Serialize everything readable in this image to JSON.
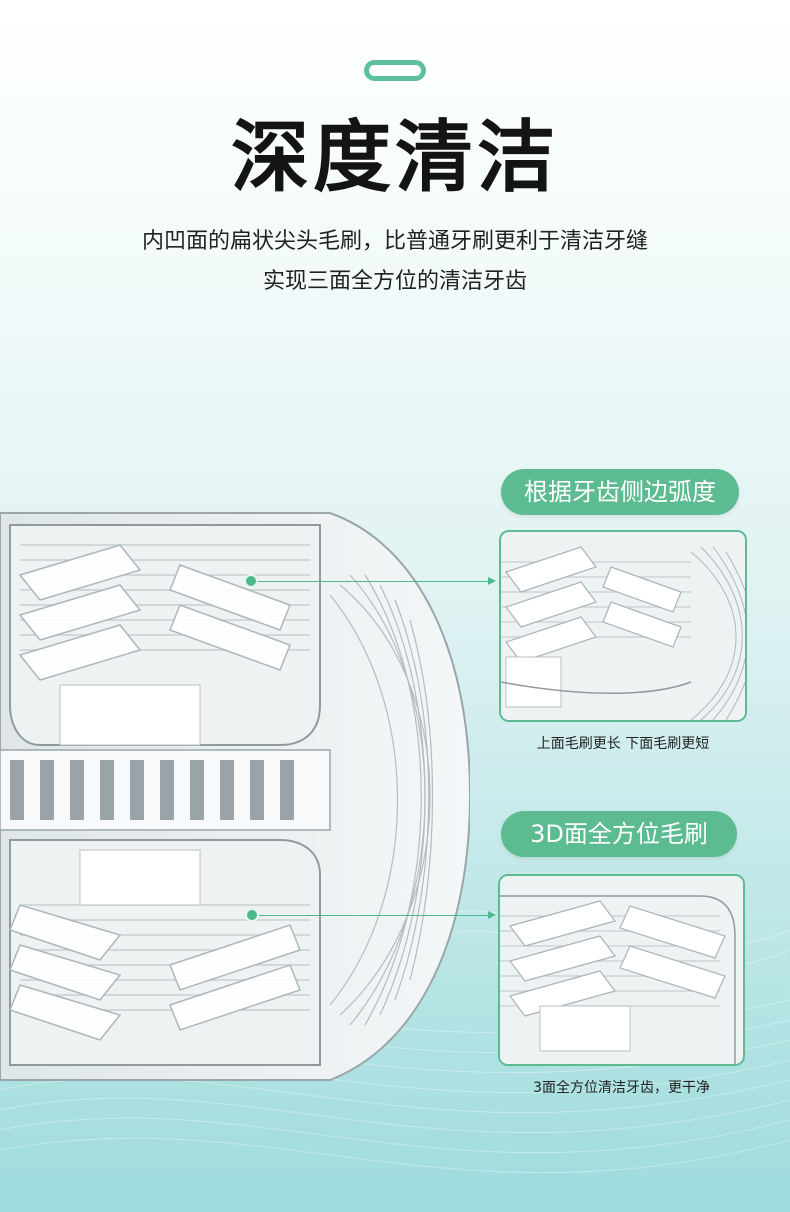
{
  "header": {
    "title": "深度清洁",
    "subtitle_line1": "内凹面的扁状尖头毛刷，比普通牙刷更利于清洁牙缝",
    "subtitle_line2": "实现三面全方位的清洁牙齿"
  },
  "callouts": [
    {
      "tag": "根据牙齿侧边弧度",
      "caption": "上面毛刷更长  下面毛刷更短"
    },
    {
      "tag": "3D面全方位毛刷",
      "caption": "3面全方位清洁牙齿，更干净"
    }
  ],
  "colors": {
    "accent": "#5dbb91",
    "title": "#141414",
    "background_top": "#ffffff",
    "background_bottom": "#9edbdc"
  },
  "icons": [
    "pill-decoration-icon",
    "callout-dot-icon",
    "arrow-head-icon"
  ]
}
